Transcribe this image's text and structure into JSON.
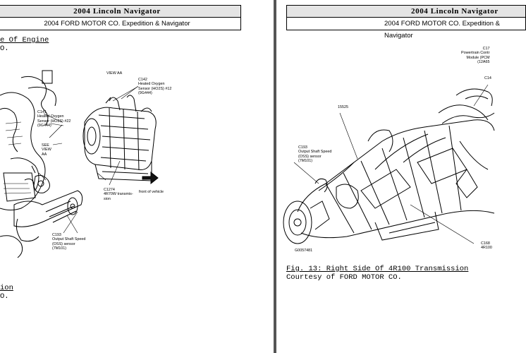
{
  "left_page": {
    "header_title": "2004 Lincoln Navigator",
    "header_subtitle": "2004 FORD MOTOR CO. Expedition & Navigator",
    "caption_top_line1": "e Of Engine",
    "caption_top_line2": "O.",
    "caption_bottom_line1": "ion",
    "caption_bottom_line2": "O.",
    "labels": {
      "view_aa": "VIEW AA",
      "c142": "C142\nHeated Oxygen\nSensor (HO2S) #12\n(9G444)",
      "c141": "C141\nHeated Oxygen\nSensor (HO2S) #22\n(9G444)",
      "see_view": "SEE\nVIEW\nAA",
      "c1274": "C1274\n4R70W transmis-\nsion",
      "front_of_vehicle": "front of vehicle",
      "c193": "C193\nOutput Shaft Speed\n(OSS) sensor\n(7M101)"
    }
  },
  "right_page": {
    "header_title": "2004 Lincoln Navigator",
    "header_subtitle": "2004 FORD MOTOR CO. Expedition & Navigator",
    "figure_caption": "Fig. 13: Right Side Of 4R100 Transmission",
    "courtesy": "Courtesy of FORD MOTOR CO.",
    "labels": {
      "c17": "C17\nPowertrain Contr\nModule (PCM\n(12A65",
      "c14": "C14",
      "n15525": "15525",
      "c193": "C193\nOutput Shaft Speed\n(OSS) sensor\n(7M101)",
      "c168": "C168\n4R100",
      "fig_id": "G0057481"
    }
  }
}
